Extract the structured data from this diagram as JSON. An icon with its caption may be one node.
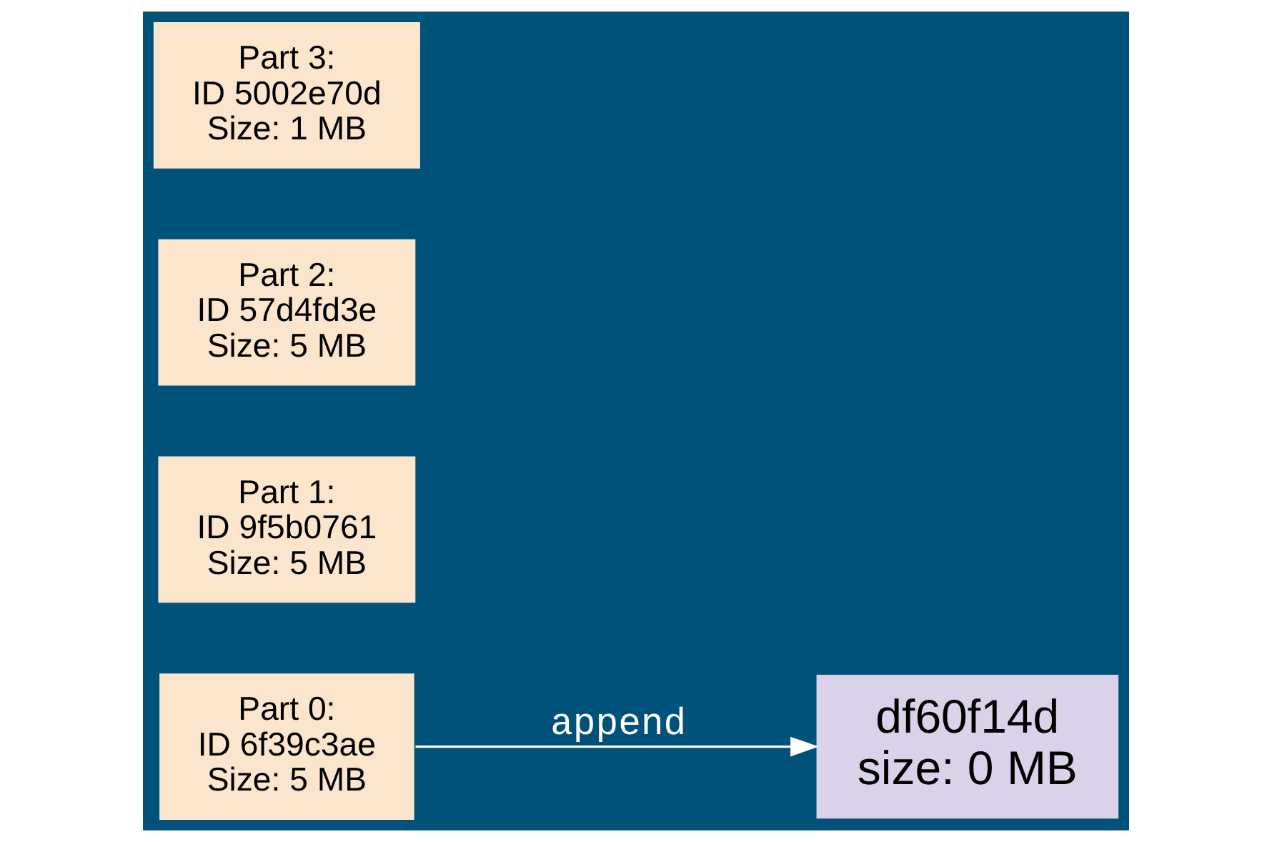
{
  "diagram": {
    "nodes": [
      {
        "text": [
          "Part 0:",
          "ID 6f39c3ae",
          "Size: 5 MB"
        ]
      },
      {
        "text": [
          "Part 1:",
          "ID 9f5b0761",
          "Size: 5 MB"
        ]
      },
      {
        "text": [
          "Part 2:",
          "ID 57d4fd3e",
          "Size: 5 MB"
        ]
      },
      {
        "text": [
          "Part 3:",
          "ID 5002e70d",
          "Size: 1 MB"
        ]
      },
      {
        "text": [
          "df60f14d",
          "size: 0 MB"
        ]
      }
    ],
    "edges": [
      {
        "from": 0,
        "to": 4,
        "arrow": "to",
        "label": "append",
        "color": "#ffffff"
      }
    ]
  }
}
